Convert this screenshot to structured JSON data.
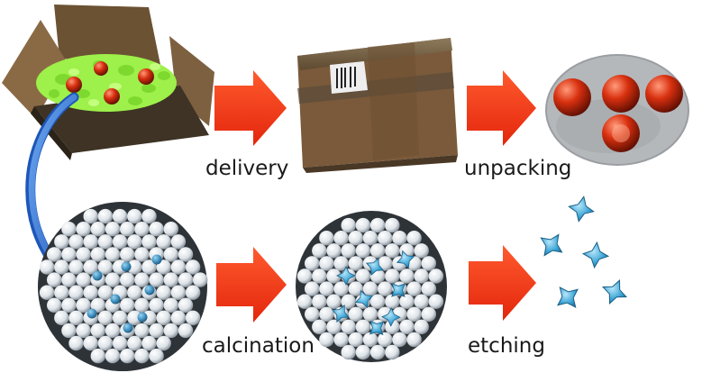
{
  "labels": {
    "delivery": "delivery",
    "unpacking": "unpacking",
    "calcination": "calcination",
    "etching": "etching"
  },
  "colors": {
    "arrow_red": "#f2391b",
    "curved_arrow_blue": "#2f6fd6",
    "packing_peanut_green": "#9ef04a",
    "red_sphere": "#d62a12",
    "template_sphere_white": "#e9eef2",
    "star_blue": "#3ea6d6",
    "cardboard": "#7a5a3a"
  },
  "icons": {
    "open_box": "open-box-with-packing-peanuts-and-red-spheres",
    "closed_box": "taped-closed-cardboard-box",
    "unpacked_spheres": "four-red-spheres-on-plate",
    "template_before": "close-packed-sphere-cluster-with-blue-infill",
    "template_after": "close-packed-sphere-cluster-with-blue-stars",
    "released_particles": "blue-star-shaped-particles",
    "arrow": "right-arrow",
    "curved_arrow": "curved-down-arrow"
  }
}
